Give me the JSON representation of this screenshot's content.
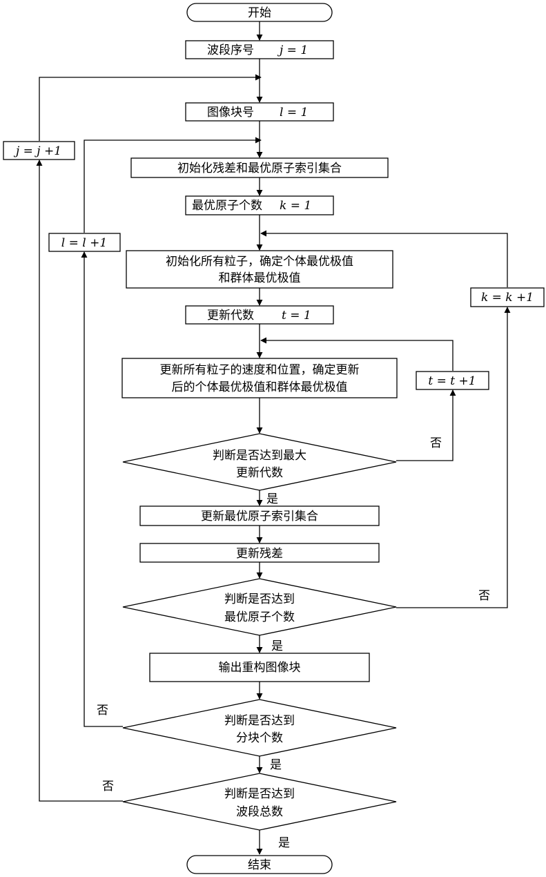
{
  "nodes": {
    "start": "开始",
    "band_init": {
      "text": "波段序号",
      "formula": "j = 1"
    },
    "block_init": {
      "text": "图像块号",
      "formula": "l = 1"
    },
    "init_residual": "初始化残差和最优原子索引集合",
    "atom_init": {
      "text": "最优原子个数",
      "formula": "k = 1"
    },
    "init_particles": {
      "line1": "初始化所有粒子，确定个体最优极值",
      "line2": "和群体最优极值"
    },
    "gen_init": {
      "text": "更新代数",
      "formula": "t = 1"
    },
    "update_particles": {
      "line1": "更新所有粒子的速度和位置，确定更新",
      "line2": "后的个体最优极值和群体最优极值"
    },
    "check_gen": {
      "line1": "判断是否达到最大",
      "line2": "更新代数"
    },
    "update_index": "更新最优原子索引集合",
    "update_residual": "更新残差",
    "check_atoms": {
      "line1": "判断是否达到",
      "line2": "最优原子个数"
    },
    "output_block": "输出重构图像块",
    "check_blocks": {
      "line1": "判断是否达到",
      "line2": "分块个数"
    },
    "check_bands": {
      "line1": "判断是否达到",
      "line2": "波段总数"
    },
    "end": "结束",
    "inc_j": "j = j +1",
    "inc_l": "l = l +1",
    "inc_k": "k = k +1",
    "inc_t": "t = t +1"
  },
  "edge_labels": {
    "yes_gen": "是",
    "no_gen": "否",
    "yes_atoms": "是",
    "no_atoms": "否",
    "yes_blocks": "是",
    "no_blocks": "否",
    "yes_bands": "是",
    "no_bands": "否"
  }
}
